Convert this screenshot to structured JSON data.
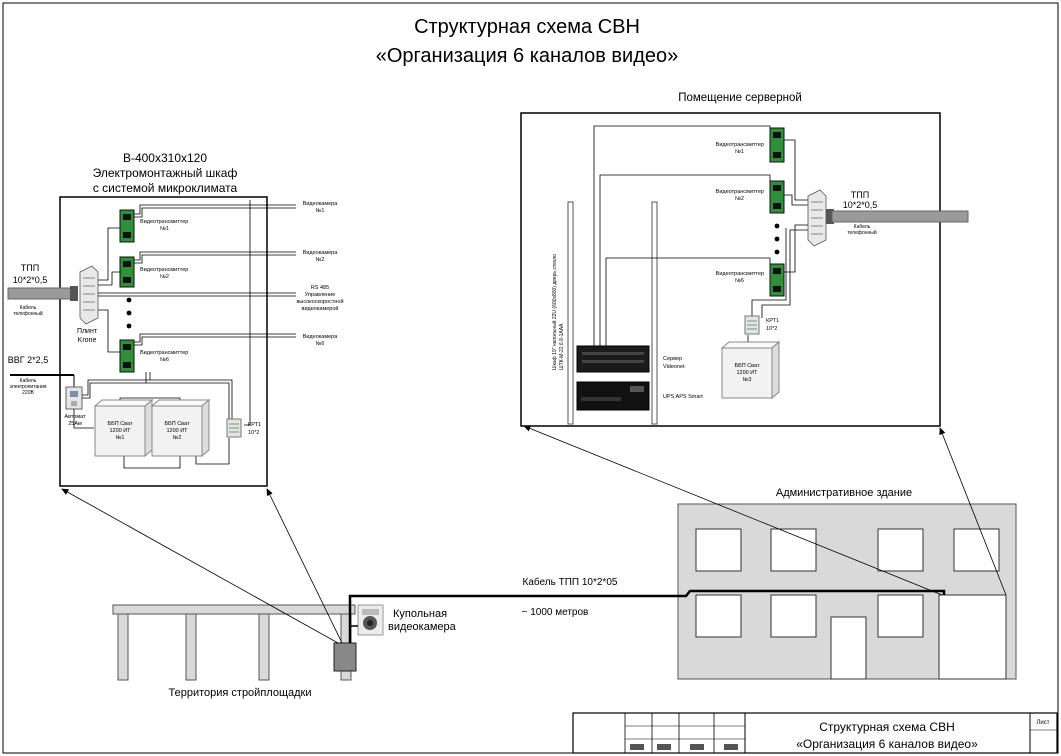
{
  "title": {
    "line1": "Структурная схема СВН",
    "line2": "«Организация 6 каналов видео»"
  },
  "cabinet": {
    "size": "В-400х310х120",
    "name_line1": "Электромонтажный шкаф",
    "name_line2": "с системой микроклимата",
    "tpp_label": "ТПП",
    "tpp_spec": "10*2*0,5",
    "tpp_cable_line1": "Кабель",
    "tpp_cable_line2": "телефонный",
    "plint_line1": "Плинт",
    "plint_line2": "Krone",
    "vvg_label": "ВВГ 2*2,5",
    "power_cable_line1": "Кабель",
    "power_cable_line2": "электропитания",
    "power_cable_line3": "220В",
    "breaker_line1": "Автомат",
    "breaker_line2": "25Ам",
    "tx1_line1": "Видеотрансмиттер",
    "tx1_line2": "№1",
    "tx2_line1": "Видеотрансмиттер",
    "tx2_line2": "№2",
    "tx6_line1": "Видеотрансмиттер",
    "tx6_line2": "№6",
    "cam1_line1": "Видеокамера",
    "cam1_line2": "№1",
    "cam2_line1": "Видеокамера",
    "cam2_line2": "№2",
    "rs_line1": "RS 485",
    "rs_line2": "Управление",
    "rs_line3": "высокоскоростной",
    "rs_line4": "видеокамерой",
    "cam6_line1": "Видеокамера",
    "cam6_line2": "№6",
    "psu1_line1": "ББП Сват",
    "psu1_line2": "1200 ИТ",
    "psu1_line3": "№1",
    "psu2_line1": "ББП Сват",
    "psu2_line2": "1200 ИТ",
    "psu2_line3": "№2",
    "krt_line1": "КРТ1",
    "krt_line2": "10*2"
  },
  "server_room": {
    "title": "Помещение серверной",
    "tpp_label": "ТПП",
    "tpp_spec": "10*2*0,5",
    "tpp_cable_line1": "Кабель",
    "tpp_cable_line2": "телефонный",
    "tx1_line1": "Видеотрансмиттер",
    "tx1_line2": "№1",
    "tx2_line1": "Видеотрансмиттер",
    "tx2_line2": "№2",
    "tx6_line1": "Видеотрансмиттер",
    "tx6_line2": "№6",
    "krt_line1": "КРТ1",
    "krt_line2": "10*2",
    "psu_line1": "ББП Сват",
    "psu_line2": "1200 ИТ",
    "psu_line3": "№3",
    "rack_line1": "Шкаф 19\" напольный 22U (600x800) дверь стекло",
    "rack_line2": "ШТК-М-22.6.8-1ААА",
    "server_line1": "Сервер",
    "server_line2": "Videonet",
    "ups_label": "UPS APS Smart"
  },
  "site": {
    "building_title": "Административное здание",
    "cable_label": "Кабель ТПП 10*2*05",
    "distance_label": "~ 1000 метров",
    "camera_line1": "Купольная",
    "camera_line2": "видеокамера",
    "site_label": "Территория стройплощадки"
  },
  "stamp": {
    "title_line1": "Структурная схема СВН",
    "title_line2": "«Организация 6 каналов видео»",
    "sheet_label": "Лист"
  },
  "colors": {
    "building": "#d9d9d9",
    "cable_gray": "#9a9a9a",
    "transmitter_green": "#2f8f3a",
    "equipment_dark": "#222222"
  }
}
